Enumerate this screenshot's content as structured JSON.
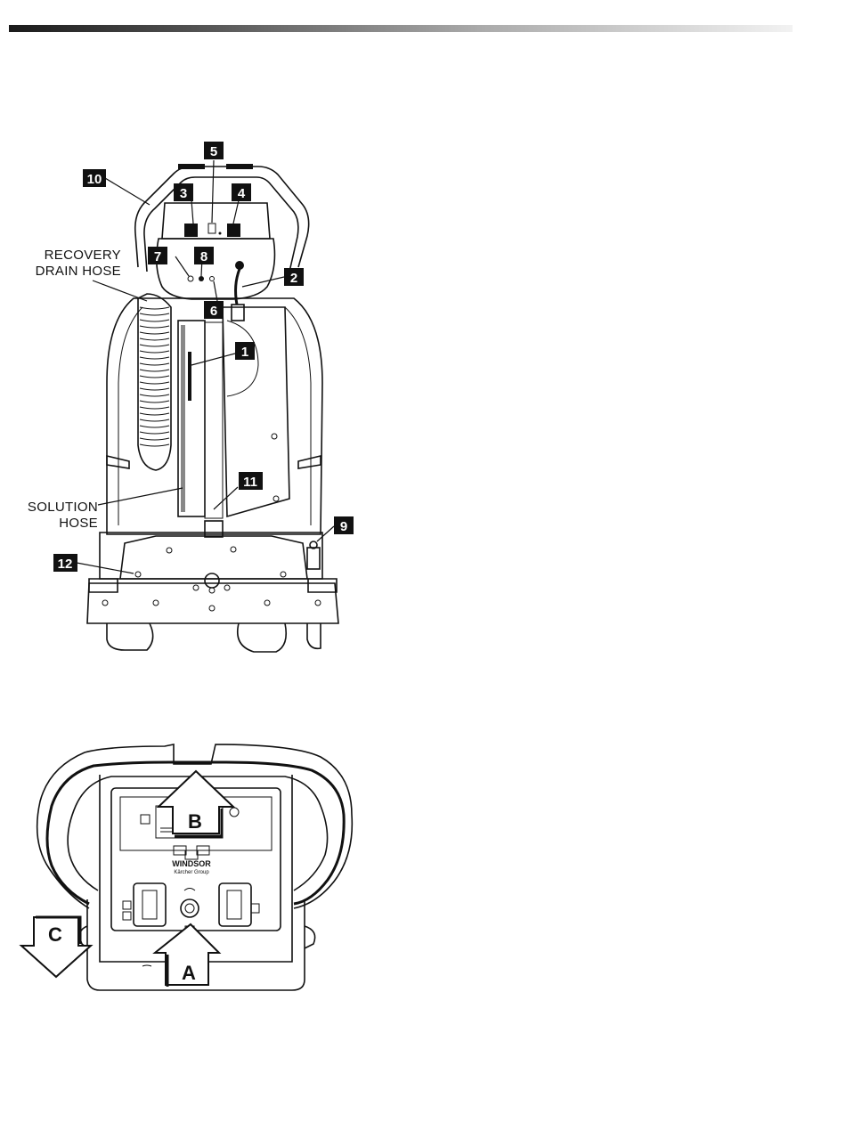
{
  "callouts": {
    "c1": "1",
    "c2": "2",
    "c3": "3",
    "c4": "4",
    "c5": "5",
    "c6": "6",
    "c7": "7",
    "c8": "8",
    "c9": "9",
    "c10": "10",
    "c11": "11",
    "c12": "12"
  },
  "labels": {
    "recovery_line1": "RECOVERY",
    "recovery_line2": "DRAIN HOSE",
    "solution_line1": "SOLUTION",
    "solution_line2": "HOSE"
  },
  "arrows": {
    "a": "A",
    "b": "B",
    "c": "C"
  },
  "brand": {
    "name": "WINDSOR",
    "sub": "Kärcher Group"
  },
  "colors": {
    "ink": "#111111",
    "paper": "#ffffff"
  }
}
